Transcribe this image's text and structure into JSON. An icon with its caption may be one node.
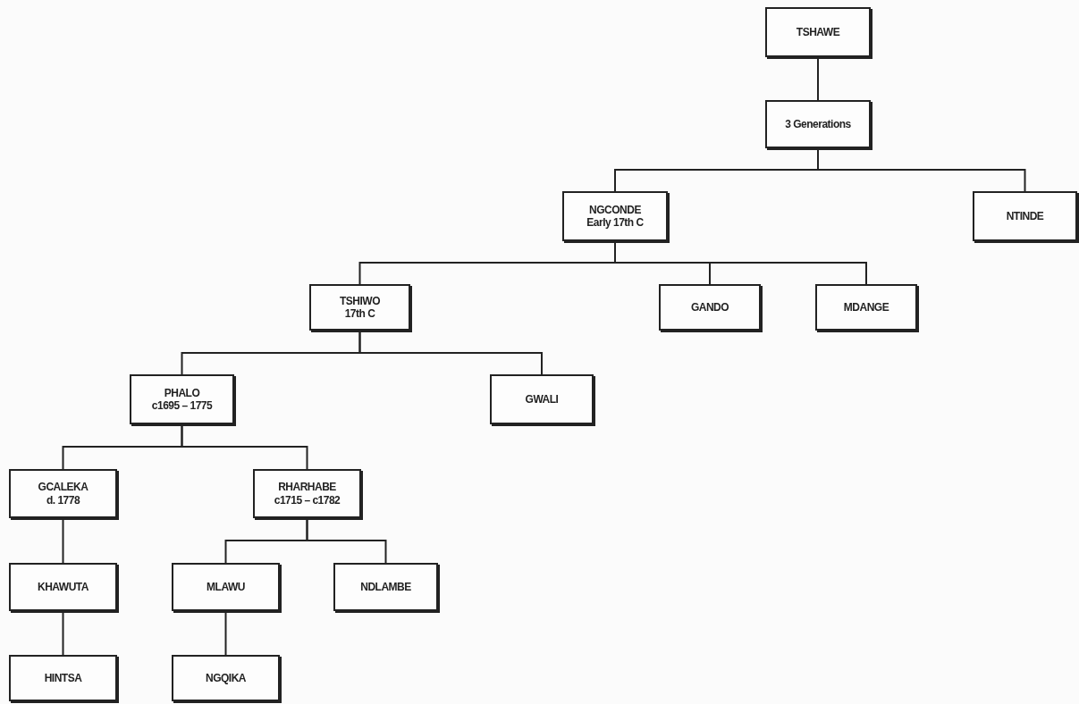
{
  "diagram": {
    "nodes": [
      {
        "text": [
          "TSHAWE"
        ]
      },
      {
        "text": [
          "3 Generations"
        ]
      },
      {
        "text": [
          "NGCONDE",
          "Early 17th C"
        ]
      },
      {
        "text": [
          "NTINDE"
        ]
      },
      {
        "text": [
          "TSHIWO",
          "17th C"
        ]
      },
      {
        "text": [
          "GANDO"
        ]
      },
      {
        "text": [
          "MDANGE"
        ]
      },
      {
        "text": [
          "PHALO",
          "c1695 – 1775"
        ]
      },
      {
        "text": [
          "GWALI"
        ]
      },
      {
        "text": [
          "GCALEKA",
          "d. 1778"
        ]
      },
      {
        "text": [
          "RHARHABE",
          "c1715 – c1782"
        ]
      },
      {
        "text": [
          "KHAWUTA"
        ]
      },
      {
        "text": [
          "MLAWU"
        ]
      },
      {
        "text": [
          "NDLAMBE"
        ]
      },
      {
        "text": [
          "HINTSA"
        ]
      },
      {
        "text": [
          "NGQIKA"
        ]
      }
    ],
    "edges": [
      {
        "from": 0,
        "to": 1,
        "arrow": "none"
      },
      {
        "from": 1,
        "to": 2,
        "arrow": "none"
      },
      {
        "from": 1,
        "to": 3,
        "arrow": "none"
      },
      {
        "from": 2,
        "to": 4,
        "arrow": "none"
      },
      {
        "from": 2,
        "to": 5,
        "arrow": "none"
      },
      {
        "from": 2,
        "to": 6,
        "arrow": "none"
      },
      {
        "from": 4,
        "to": 7,
        "arrow": "none"
      },
      {
        "from": 4,
        "to": 8,
        "arrow": "none"
      },
      {
        "from": 7,
        "to": 9,
        "arrow": "none"
      },
      {
        "from": 7,
        "to": 10,
        "arrow": "none"
      },
      {
        "from": 9,
        "to": 11,
        "arrow": "none"
      },
      {
        "from": 10,
        "to": 12,
        "arrow": "none"
      },
      {
        "from": 10,
        "to": 13,
        "arrow": "none"
      },
      {
        "from": 11,
        "to": 14,
        "arrow": "none"
      },
      {
        "from": 12,
        "to": 15,
        "arrow": "none"
      }
    ]
  }
}
